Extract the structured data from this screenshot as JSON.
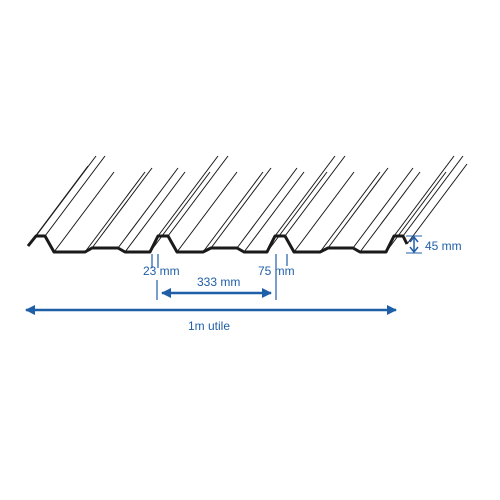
{
  "colors": {
    "profile": "#1a1a1a",
    "dimension": "#1f5fa8",
    "background": "#ffffff"
  },
  "dimensions": {
    "rib_top_width": "23 mm",
    "rib_spacing": "333 mm",
    "rib_base_width": "75 mm",
    "rib_height": "45 mm",
    "useful_width": "1m utile"
  }
}
